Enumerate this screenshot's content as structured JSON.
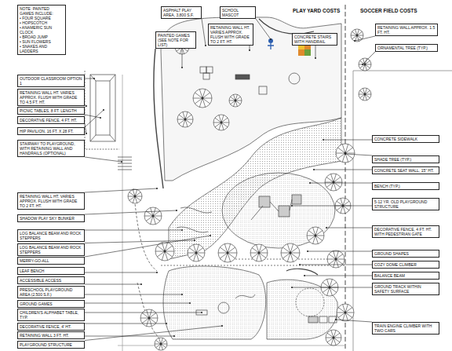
{
  "diagram": {
    "nodes": [
      {
        "text": [
          "NOTE: PAINTED GAMES INCLUDE:",
          "• FOUR SQUARE",
          "• HOPSCOTCH",
          "• ANAMERIC SUN CLOCK",
          "• BROAD JUMP",
          "• SUN FLOWERS",
          "• SNAKES AND LADDERS"
        ]
      },
      {
        "text": [
          "ASPHALT PLAY AREA, 3,800 S.F."
        ]
      },
      {
        "text": [
          "PAINTED GAMES (SEE NOTE FOR LIST)"
        ]
      },
      {
        "text": [
          "SCHOOL MASCOT"
        ]
      },
      {
        "text": [
          "RETAINING WALL HT. VARIES APPROX. FLUSH WITH GRADE TO 2 FT. HT."
        ]
      },
      {
        "text": [
          "CONCRETE STAIRS WITH HANDRAIL"
        ]
      },
      {
        "text": [
          "RETAINING WALL APPROX. 1.5 FT. HT."
        ]
      },
      {
        "text": [
          "ORNAMENTAL TREE (TYP.)"
        ]
      },
      {
        "text": [
          "OUTDOOR CLASSROOM OPTION 1"
        ]
      },
      {
        "text": [
          "RETAINING WALL HT. VARIES APPROX. FLUSH WITH GRADE TO 4.5 FT. HT."
        ]
      },
      {
        "text": [
          "PICNIC TABLES, 8 FT. LENGTH"
        ]
      },
      {
        "text": [
          "DECORATIVE FENCE, 4 FT. HT."
        ]
      },
      {
        "text": [
          "HIP PAVILION, 16 FT. X 28 FT."
        ]
      },
      {
        "text": [
          "STAIRWAY TO PLAYGROUND, WITH RETAINING WALL AND HANDRAILS (OPTIONAL)"
        ]
      },
      {
        "text": [
          "RETAINING WALL HT. VARIES APPROX. FLUSH WITH GRADE TO 2 FT. HT."
        ]
      },
      {
        "text": [
          "SHADOW PLAY SKY BUNKER"
        ]
      },
      {
        "text": [
          "LOG BALANCE BEAM AND ROCK STEPPERS"
        ]
      },
      {
        "text": [
          "LOG BALANCE BEAM AND ROCK STEPPERS"
        ]
      },
      {
        "text": [
          "MERRY-GO-ALL"
        ]
      },
      {
        "text": [
          "LEAF BENCH"
        ]
      },
      {
        "text": [
          "ACCESSIBLE ACCESS"
        ]
      },
      {
        "text": [
          "PRESCHOOL PLAYGROUND AREA (2,500 S.F.)"
        ]
      },
      {
        "text": [
          "GROUND GAMES"
        ]
      },
      {
        "text": [
          "CHILDREN'S ALPHABET TABLE, TYP."
        ]
      },
      {
        "text": [
          "DECORATIVE FENCE, 4' HT."
        ]
      },
      {
        "text": [
          "RETAINING WALL 3 FT. HT."
        ]
      },
      {
        "text": [
          "PLAYGROUND STRUCTURE"
        ]
      },
      {
        "text": [
          "CONCRETE SIDEWALK"
        ]
      },
      {
        "text": [
          "SHADE TREE (TYP.)"
        ]
      },
      {
        "text": [
          "CONCRETE SEAT WALL, 15\" HT."
        ]
      },
      {
        "text": [
          "BENCH (TYP.)"
        ]
      },
      {
        "text": [
          "5-12 YR. OLD PLAYGROUND STRUCTURE"
        ]
      },
      {
        "text": [
          "DECORATIVE FENCE, 4 FT. HT. WITH PEDESTRIAN GATE"
        ]
      },
      {
        "text": [
          "GROUND SHAPES"
        ]
      },
      {
        "text": [
          "COZY DOME CLIMBER"
        ]
      },
      {
        "text": [
          "BALANCE BEAM"
        ]
      },
      {
        "text": [
          "GROUND TRACK WITHIN SAFETY SURFACE"
        ]
      },
      {
        "text": [
          "TRAIN ENGINE CLIMBER WITH TWO CARS"
        ]
      }
    ],
    "labels": [
      "PLAY YARD COSTS",
      "SOCCER FIELD COSTS"
    ]
  }
}
